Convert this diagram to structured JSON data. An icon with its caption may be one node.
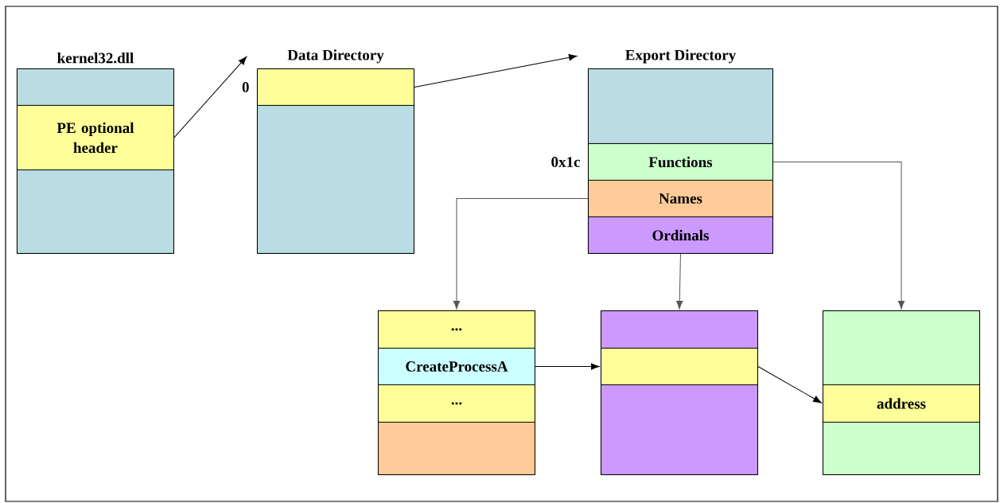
{
  "diagram": {
    "nodes": [
      {
        "text": [
          "kernel32.dll"
        ]
      },
      {
        "text": [],
        "shape": "box",
        "in": 0
      },
      {
        "text": [
          "PE optional header"
        ],
        "in": 0
      },
      {
        "text": [],
        "shape": "box",
        "in": 0
      },
      {
        "text": [
          "Data Directory"
        ]
      },
      {
        "text": [],
        "shape": "box",
        "in": 4,
        "beside": [
          "0"
        ]
      },
      {
        "text": [],
        "shape": "box",
        "in": 4
      },
      {
        "text": [
          "Export Directory"
        ]
      },
      {
        "text": [],
        "shape": "box",
        "in": 7
      },
      {
        "text": [
          "Functions"
        ],
        "in": 7,
        "beside": [
          "0x1c"
        ]
      },
      {
        "text": [
          "Names"
        ],
        "in": 7
      },
      {
        "text": [
          "Ordinals"
        ],
        "in": 7
      },
      {
        "text": [],
        "shape": "box"
      },
      {
        "text": [
          "..."
        ],
        "in": 12
      },
      {
        "text": [
          "CreateProcessA"
        ],
        "in": 12
      },
      {
        "text": [
          "..."
        ],
        "in": 12
      },
      {
        "text": [],
        "shape": "box",
        "in": 12
      },
      {
        "text": [],
        "shape": "box"
      },
      {
        "text": [],
        "shape": "box",
        "in": 17
      },
      {
        "text": [],
        "shape": "box",
        "in": 17
      },
      {
        "text": [],
        "shape": "box",
        "in": 17
      },
      {
        "text": [],
        "shape": "box"
      },
      {
        "text": [],
        "shape": "box",
        "in": 21
      },
      {
        "text": [
          "address"
        ],
        "in": 21
      },
      {
        "text": [],
        "shape": "box",
        "in": 21
      }
    ],
    "edges": [
      {
        "from": 2,
        "to": 4,
        "arrow": "to"
      },
      {
        "from": 5,
        "to": 7,
        "arrow": "to"
      },
      {
        "from": 10,
        "to": 12,
        "arrow": "to",
        "color": "#555555"
      },
      {
        "from": 11,
        "to": 17,
        "arrow": "to",
        "color": "#555555"
      },
      {
        "from": 9,
        "to": 21,
        "arrow": "to",
        "color": "#555555"
      },
      {
        "from": 14,
        "to": 19,
        "arrow": "to"
      },
      {
        "from": 19,
        "to": 23,
        "arrow": "to"
      }
    ]
  }
}
